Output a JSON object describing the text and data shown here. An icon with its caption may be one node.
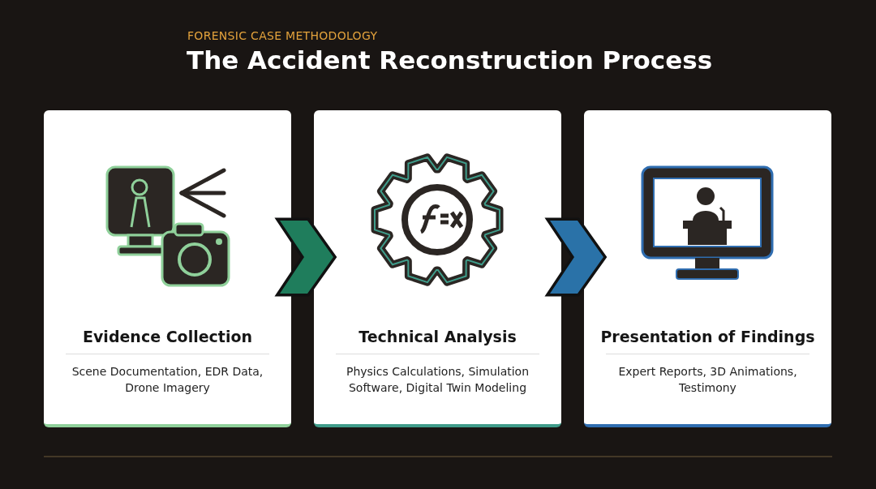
{
  "diagram": {
    "title": "The Accident Reconstruction Process",
    "nodes": [
      {
        "text": [
          "Evidence Collection",
          "Scene Documentation, EDR Data, Drone Imagery"
        ]
      },
      {
        "text": [
          "Technical Analysis",
          "Physics Calculations, Simulation Software, Digital Twin Modeling"
        ]
      },
      {
        "text": [
          "Presentation of Findings",
          "Expert Reports, 3D Animations, Testimony"
        ]
      }
    ],
    "edges": [
      {
        "from": 0,
        "to": 1,
        "arrow": "to",
        "color": "#1f7d5c"
      },
      {
        "from": 1,
        "to": 2,
        "arrow": "to",
        "color": "#2a72a8"
      }
    ],
    "labels": [
      "FORENSIC CASE METHODOLOGY"
    ]
  }
}
